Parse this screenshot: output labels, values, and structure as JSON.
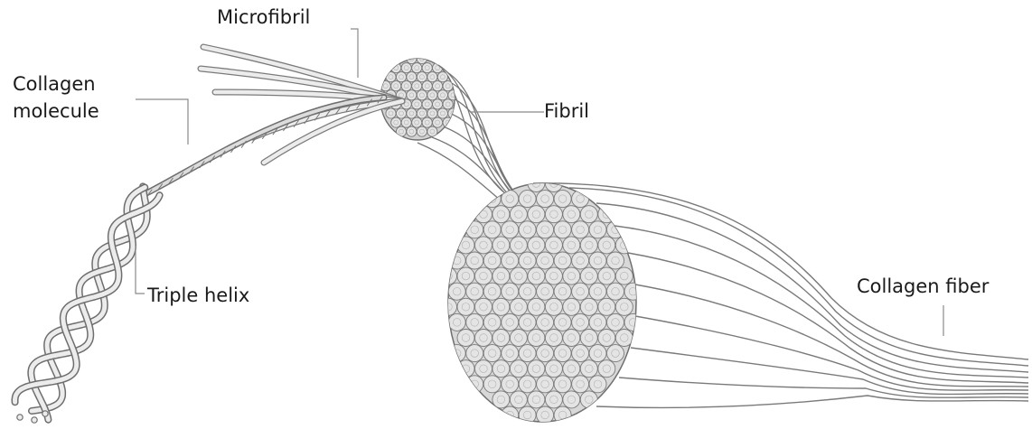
{
  "labels": {
    "microfibril": "Microfibril",
    "collagen_molecule_line1": "Collagen",
    "collagen_molecule_line2": "molecule",
    "fibril": "Fibril",
    "triple_helix": "Triple helix",
    "collagen_fiber": "Collagen fiber"
  },
  "colors": {
    "background": "#ffffff",
    "outline": "#6e6e6e",
    "strand_fill": "#e6e6e6",
    "cross_section_fill": "#cfcfcf",
    "leader_line": "#8a8a8a",
    "text": "#1a1a1a"
  }
}
